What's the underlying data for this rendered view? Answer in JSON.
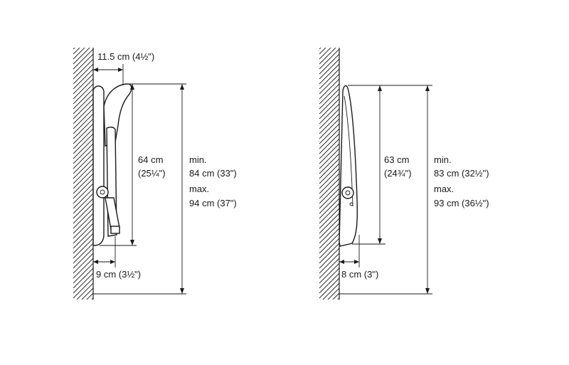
{
  "left_product": {
    "depth_top": "11.5 cm (4½\")",
    "height_line1": "64 cm",
    "height_line2": "(25¼\")",
    "mount_min_label": "min.",
    "mount_min_value": "84 cm (33\")",
    "mount_max_label": "max.",
    "mount_max_value": "94 cm (37\")",
    "depth_bottom": "9 cm (3½\")"
  },
  "right_product": {
    "height_line1": "63 cm",
    "height_line2": "(24¾\")",
    "mount_min_label": "min.",
    "mount_min_value": "83 cm (32½\")",
    "mount_max_label": "max.",
    "mount_max_value": "93 cm (36½\")",
    "depth_bottom": "8 cm (3\")"
  }
}
